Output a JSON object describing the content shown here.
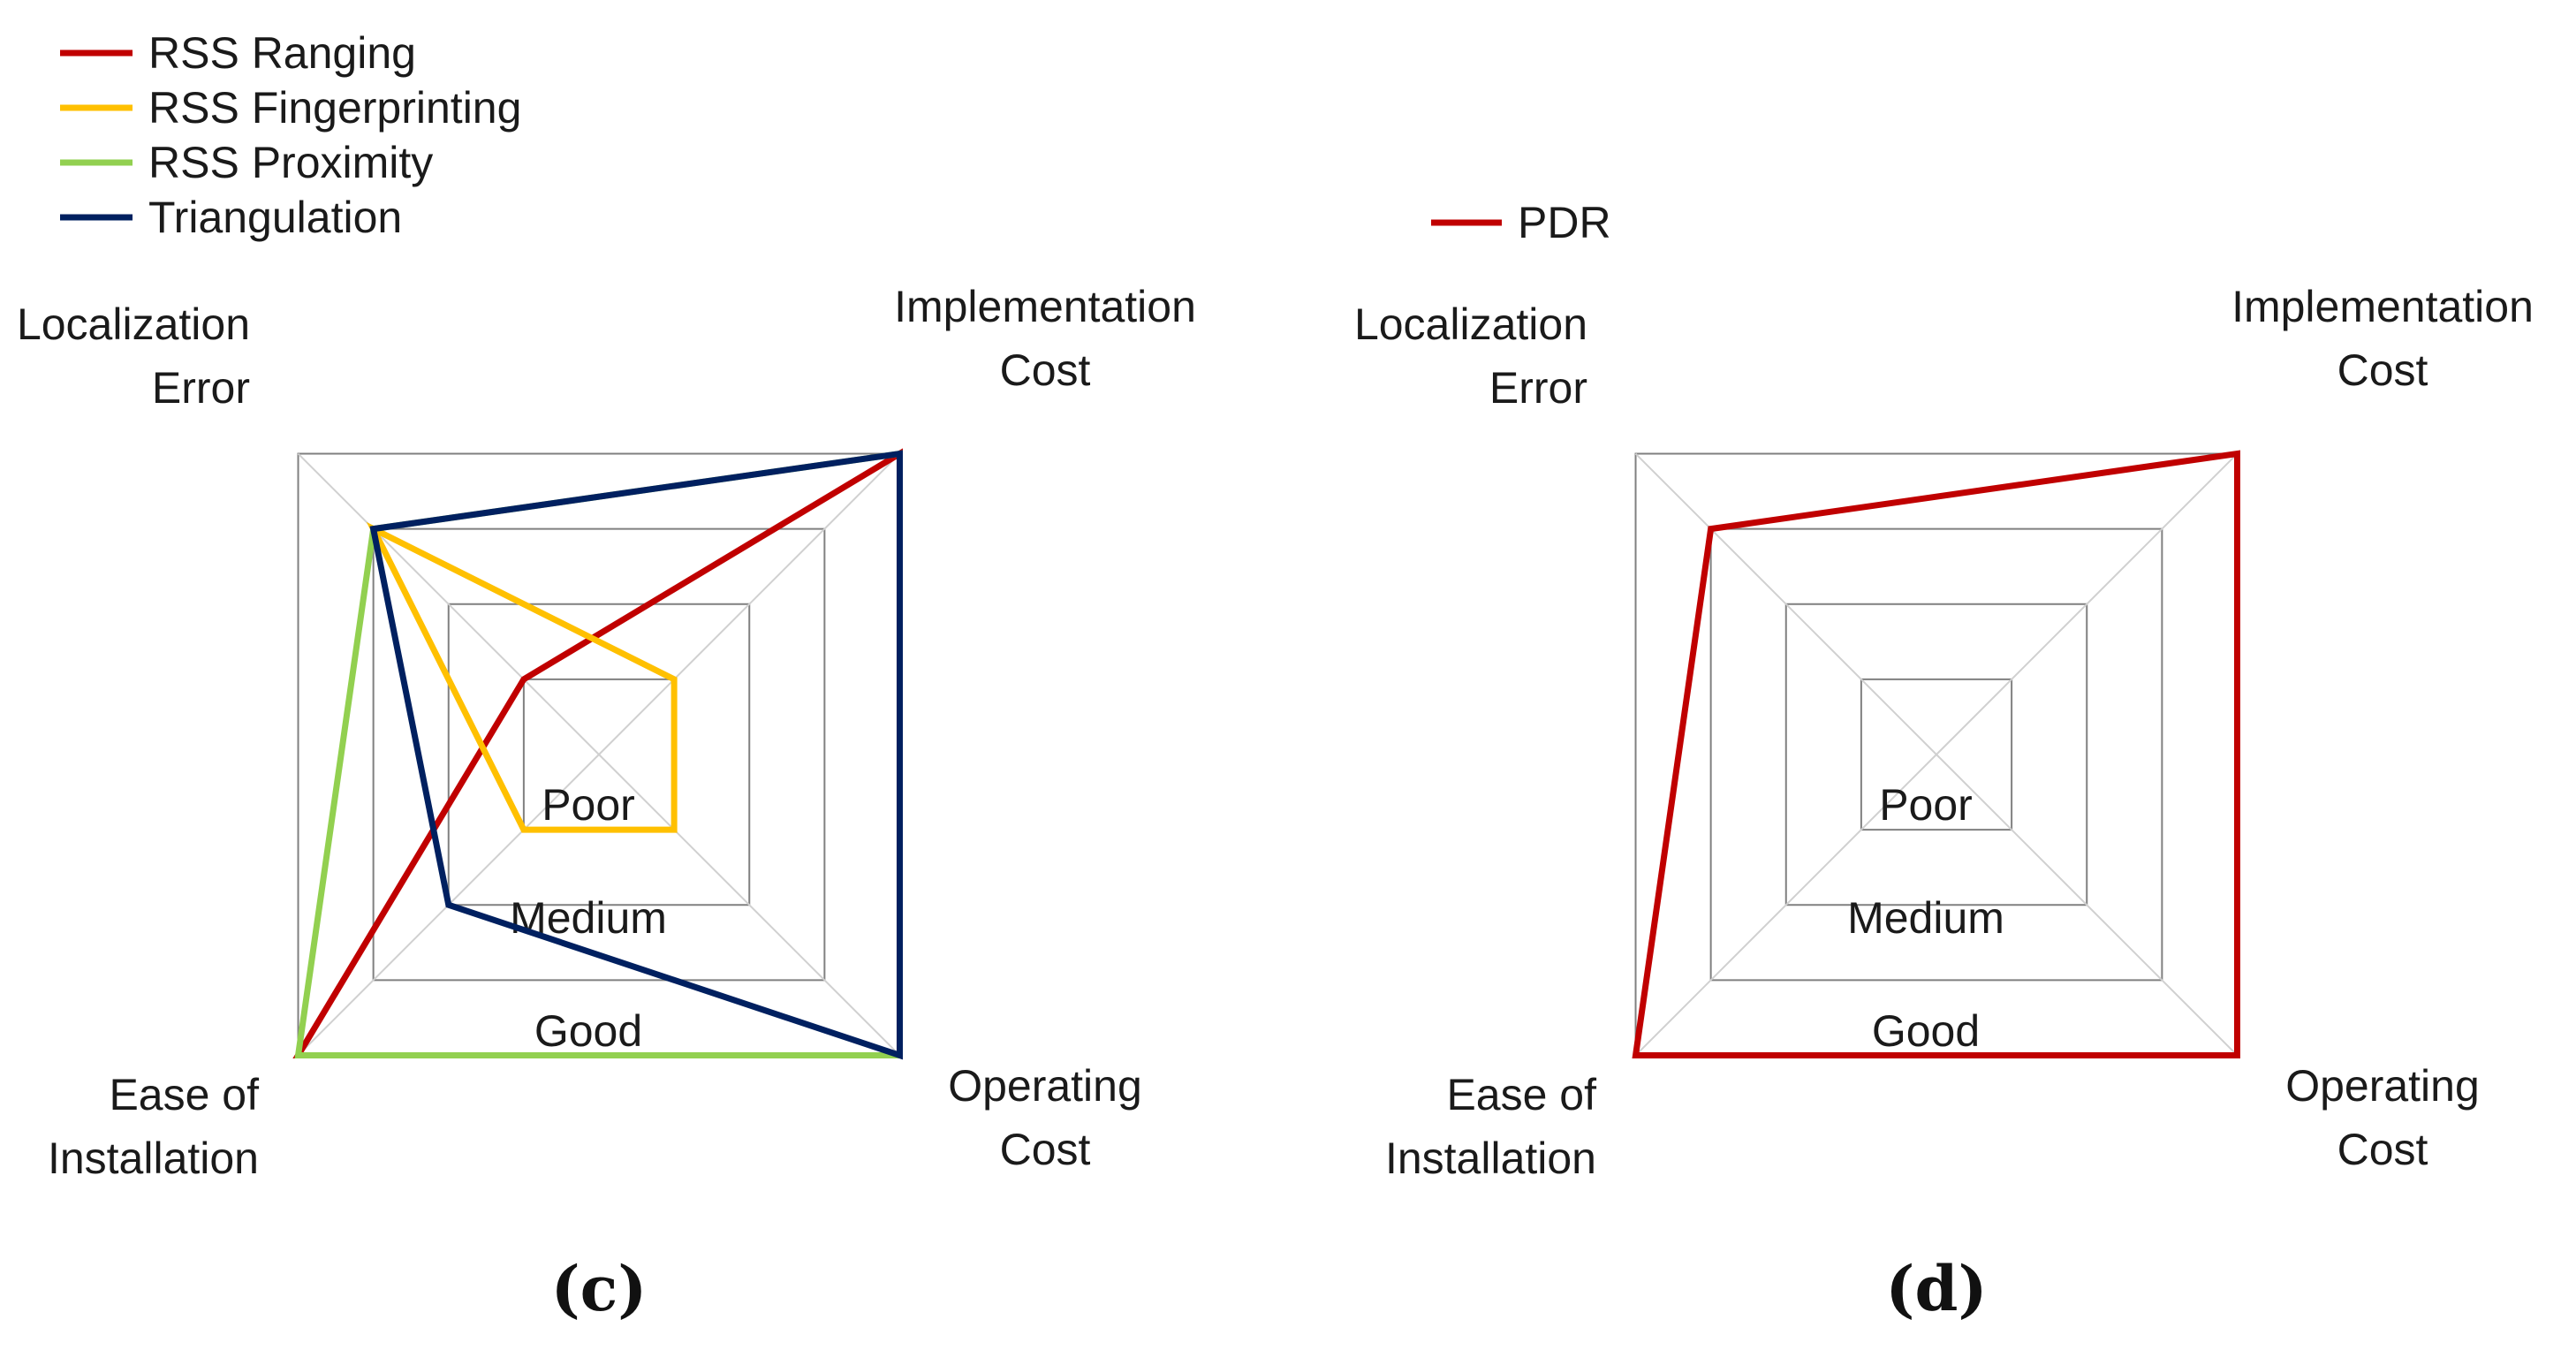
{
  "chart_data": [
    {
      "type": "radar",
      "caption": "(c)",
      "axes": [
        "Localization\nError",
        "Implementation\nCost",
        "Operating\nCost",
        "Ease of\nInstallation"
      ],
      "levels": [
        "Poor",
        "Medium",
        "Good"
      ],
      "scale": [
        0,
        4
      ],
      "series": [
        {
          "name": "RSS Ranging",
          "color": "#c00000",
          "values": [
            1,
            4,
            4,
            4
          ]
        },
        {
          "name": "RSS Fingerprinting",
          "color": "#ffc000",
          "values": [
            3,
            1,
            1,
            1
          ]
        },
        {
          "name": "RSS Proximity",
          "color": "#92d050",
          "values": [
            3,
            4,
            4,
            4
          ]
        },
        {
          "name": "Triangulation",
          "color": "#002060",
          "values": [
            3,
            4,
            4,
            2
          ]
        }
      ]
    },
    {
      "type": "radar",
      "caption": "(d)",
      "axes": [
        "Localization\nError",
        "Implementation\nCost",
        "Operating\nCost",
        "Ease of\nInstallation"
      ],
      "levels": [
        "Poor",
        "Medium",
        "Good"
      ],
      "scale": [
        0,
        4
      ],
      "series": [
        {
          "name": "PDR",
          "color": "#c00000",
          "values": [
            3,
            4,
            4,
            4
          ]
        }
      ]
    }
  ]
}
